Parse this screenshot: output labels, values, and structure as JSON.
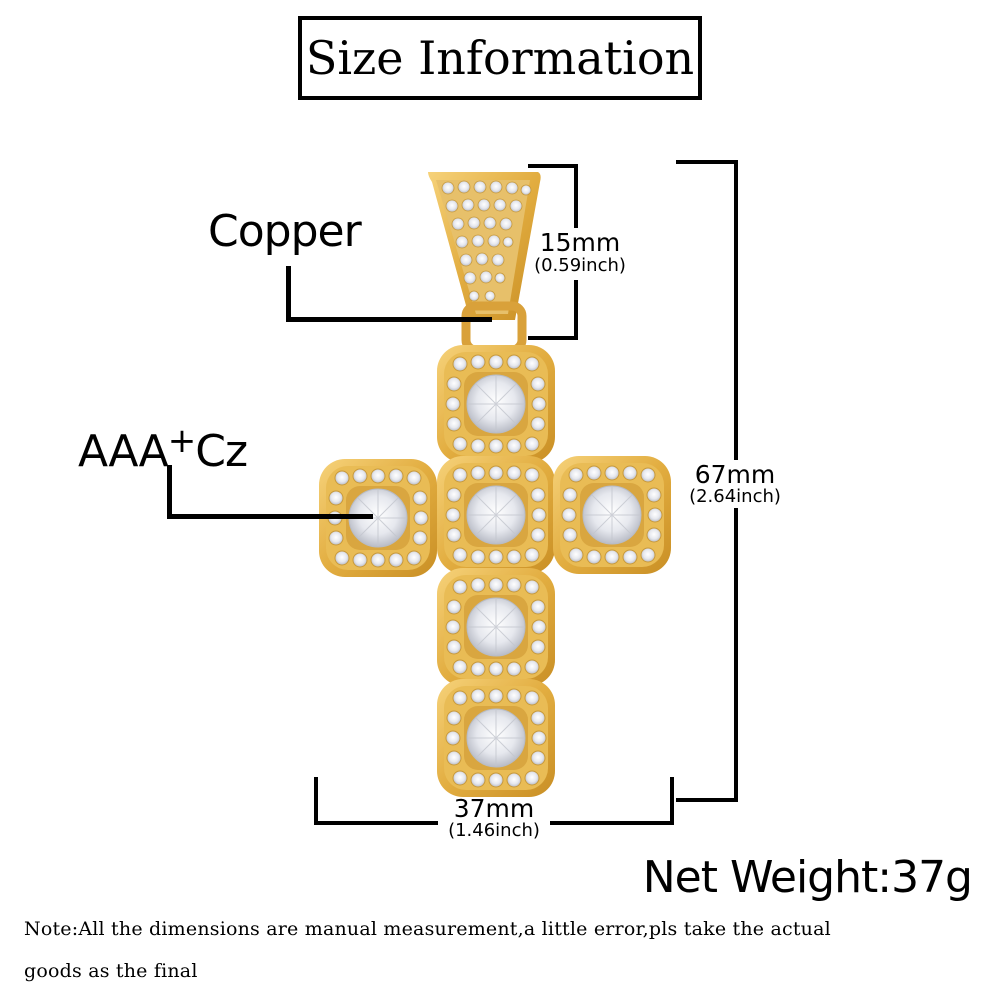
{
  "title": "Size Information",
  "labels": {
    "material": "Copper",
    "stone": "AAA",
    "stone_superscript": "+",
    "stone_suffix": "Cz"
  },
  "dimensions": {
    "bail_height": {
      "mm": "15mm",
      "inch": "(0.59inch)"
    },
    "total_height": {
      "mm": "67mm",
      "inch": "(2.64inch)"
    },
    "width": {
      "mm": "37mm",
      "inch": "(1.46inch)"
    }
  },
  "net_weight": "Net Weight:37g",
  "note": {
    "line1": "Note:All the dimensions are manual measurement,a little error,pls take the actual",
    "line2": "goods as the final"
  },
  "colors": {
    "gold": "#e8b84a",
    "gold_dark": "#c98f25",
    "stone": "#eef0f4",
    "stone_shadow": "#c9ccd4",
    "ink": "#000000"
  }
}
